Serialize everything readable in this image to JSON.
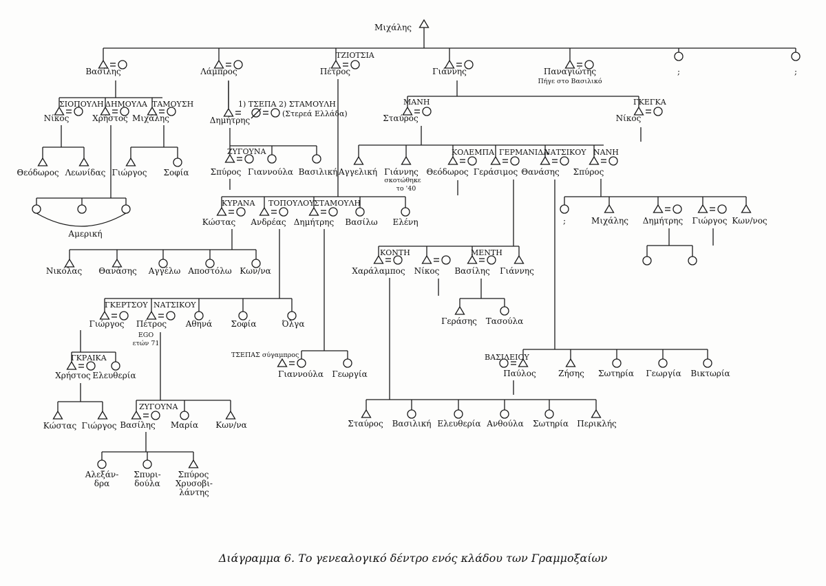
{
  "people": {
    "michalis_root": "Μιχάλης",
    "vasilis1": "Βασίλης",
    "lampros": "Λάμπρος",
    "petros1": "Πέτρος",
    "giannis1": "Γιάννης",
    "panagiotis": "Παναγιώτης",
    "panagiotis_note": "Πήγε στο Βασιλικό",
    "q1": ";",
    "q2": ";",
    "nikos1": "Νίκος",
    "christos1": "Χρήστος",
    "michalis2": "Μιχάλης",
    "dimitris1": "Δημήτρης",
    "stavros1": "Σταύρος",
    "nikos2": "Νίκος",
    "theodoros1": "Θεόδωρος",
    "leonidas": "Λεωνίδας",
    "giorgos1": "Γιώργος",
    "sofia1": "Σοφία",
    "spyros1": "Σπύρος",
    "giannoula1": "Γιαννούλα",
    "vasiliki1": "Βασιλική",
    "angeliki": "Αγγελική",
    "giannis2": "Γιάννης",
    "giannis2_note1": "σκοτώθηκε",
    "giannis2_note2": "το '40",
    "theodoros2": "Θεόδωρος",
    "gerasimos": "Γεράσιμος",
    "thanasis1": "Θανάσης",
    "spyros2": "Σπύρος",
    "amerika": "Αμερική",
    "kostas1": "Κώστας",
    "andreas": "Ανδρέας",
    "dimitris2": "Δημήτρης",
    "vasilo": "Βασίλω",
    "eleni": "Ελένη",
    "q3": ";",
    "michalis3": "Μιχάλης",
    "dimitris3": "Δημήτρης",
    "giorgos2": "Γιώργος",
    "konnos1": "Κων/νος",
    "nikolas": "Νικόλας",
    "thanasis2": "Θανάσης",
    "angelo": "Αγγέλω",
    "apostolo": "Αποστόλω",
    "konna1": "Κων/να",
    "charalampos": "Χαράλαμπος",
    "nikos3": "Νίκος",
    "vasilis2": "Βασίλης",
    "giannis3": "Γιάννης",
    "gerasis": "Γεράσης",
    "tasoula": "Τασούλα",
    "giorgos3": "Γιώργος",
    "petros2": "Πέτρος",
    "athina": "Αθηνά",
    "sofia2": "Σοφία",
    "olga": "Όλγα",
    "ego": "EGO",
    "ego_age": "ετών 71",
    "tsepas": "ΤΣΕΠΑΣ σύγαμπρος",
    "giannoula2": "Γιαννούλα",
    "georgia1": "Γεωργία",
    "pavlos": "Παύλος",
    "zisis": "Ζήσης",
    "sotiria1": "Σωτηρία",
    "georgia2": "Γεωργία",
    "viktoria": "Βικτωρία",
    "christos2": "Χρήστος",
    "eleftheria1": "Ελευθερία",
    "vasilis3": "Βασίλης",
    "maria": "Μαρία",
    "konna2": "Κων/να",
    "kostas2": "Κώστας",
    "giorgos4": "Γιώργος",
    "stavros2": "Σταύρος",
    "vasiliki2": "Βασιλική",
    "eleftheria2": "Ελευθερία",
    "anthoula": "Ανθούλα",
    "sotiria2": "Σωτηρία",
    "periklis": "Περικλής",
    "alexandra1": "Αλεξάν-",
    "alexandra2": "δρα",
    "spyridoula1": "Σπυρι-",
    "spyridoula2": "δούλα",
    "spyros3_1": "Σπύρος",
    "spyros3_2": "Χρυσοβι-",
    "spyros3_3": "λάντης"
  },
  "spouses": {
    "tziotsia": "ΤΖΙΟΤΣΙΑ",
    "siopouli": "ΣΙΟΠΟΥΛΗ",
    "dimoula": "ΔΗΜΟΥΛΑ",
    "tamousi": "ΤΑΜΟΥΣΗ",
    "tsepa_stamouli": "1) ΤΣΕΠΑ 2) ΣΤΑΜΟΥΛΗ",
    "sterea": "(Στερεά Ελλάδα)",
    "mani": "ΜΑΝΗ",
    "gkegka": "ΓΚΕΓΚΑ",
    "zygouna1": "ΖΥΓΟΥΝΑ",
    "kolempa": "ΚΟΛΕΜΠΑ",
    "germanida": "ΓΕΡΜΑΝΙΔΑ",
    "natsikou1": "ΝΑΤΣΙΚΟΥ",
    "nani": "ΝΑΝΗ",
    "kyrana": "ΚΥΡΑΝΑ",
    "topoulou": "ΤΟΠΟΥΛΟΥ",
    "stamouli": "ΣΤΑΜΟΥΛΗ",
    "konti": "ΚΟΝΤΗ",
    "menti": "ΜΕΝΤΗ",
    "gkertsou": "ΓΚΕΡΤΣΟΥ",
    "natsikou2": "ΝΑΤΣΙΚΟΥ",
    "vasileiou": "ΒΑΣΙΛΕΙΟΥ",
    "gkraika": "ΓΚΡΑΙΚΑ",
    "zygouna2": "ΖΥΓΟΥΝΑ"
  },
  "caption": "Διάγραμμα 6. Το γενεαλογικό δέντρο ενός κλάδου των Γραμμοξαίων"
}
